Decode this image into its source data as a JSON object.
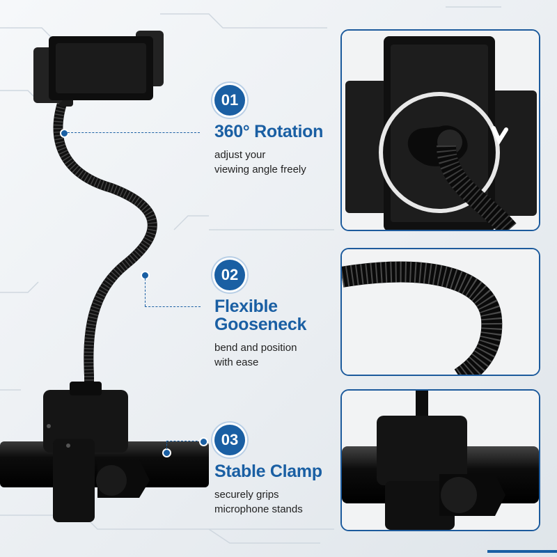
{
  "features": [
    {
      "number": "01",
      "title": "360° Rotation",
      "description": "adjust your\nviewing angle freely",
      "icon": "rotation-detail-image"
    },
    {
      "number": "02",
      "title": "Flexible\nGooseneck",
      "description": "bend and position\nwith ease",
      "icon": "gooseneck-detail-image"
    },
    {
      "number": "03",
      "title": "Stable Clamp",
      "description": "securely grips\nmicrophone stands",
      "icon": "clamp-detail-image"
    }
  ],
  "colors": {
    "accent": "#1a5fa3",
    "text": "#222222",
    "product": "#111111"
  }
}
